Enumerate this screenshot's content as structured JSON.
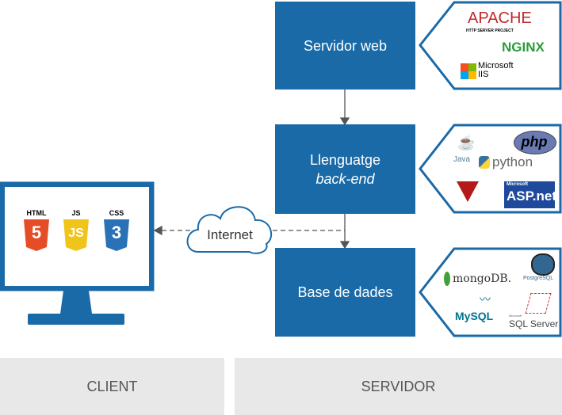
{
  "server": {
    "web": {
      "label": "Servidor web",
      "logos": [
        "APACHE",
        "HTTP SERVER PROJECT",
        "NGINX",
        "Microsoft",
        "IIS"
      ]
    },
    "backend": {
      "label_line1": "Llenguatge",
      "label_line2": "back-end",
      "logos": [
        "Java",
        "php",
        "python",
        "Ruby",
        "Microsoft",
        "ASP.net"
      ]
    },
    "database": {
      "label": "Base de dades",
      "logos": [
        "mongoDB.",
        "PostgreSQL",
        "MySQL",
        "Microsoft",
        "SQL Server"
      ]
    }
  },
  "client": {
    "tech": [
      "HTML",
      "JS",
      "CSS"
    ],
    "icons": [
      "5",
      "JS",
      "3"
    ]
  },
  "network": {
    "label": "Internet"
  },
  "panels": {
    "client": "CLIENT",
    "server": "SERVIDOR"
  },
  "colors": {
    "primary": "#1a6aa8",
    "panel": "#e8e8e8",
    "html": "#e44d26",
    "js": "#f0c419",
    "css": "#2a72b5"
  }
}
